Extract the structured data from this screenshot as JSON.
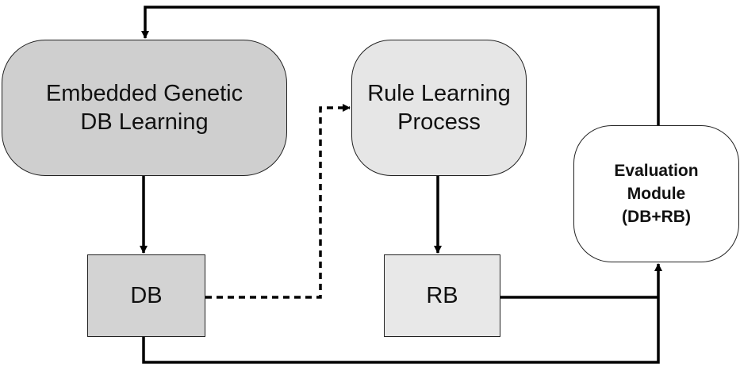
{
  "nodes": {
    "embedded": {
      "line1": "Embedded Genetic",
      "line2": "DB Learning"
    },
    "rule": {
      "line1": "Rule Learning",
      "line2": "Process"
    },
    "evaluation": {
      "line1": "Evaluation",
      "line2": "Module",
      "line3": "(DB+RB)"
    },
    "db": {
      "label": "DB"
    },
    "rb": {
      "label": "RB"
    }
  },
  "colors": {
    "embedded_fill": "#cfcfcf",
    "rule_fill": "#e6e6e6",
    "evaluation_fill": "#ffffff",
    "db_fill": "#d3d3d3",
    "rb_fill": "#e8e8e8",
    "line": "#000000"
  }
}
